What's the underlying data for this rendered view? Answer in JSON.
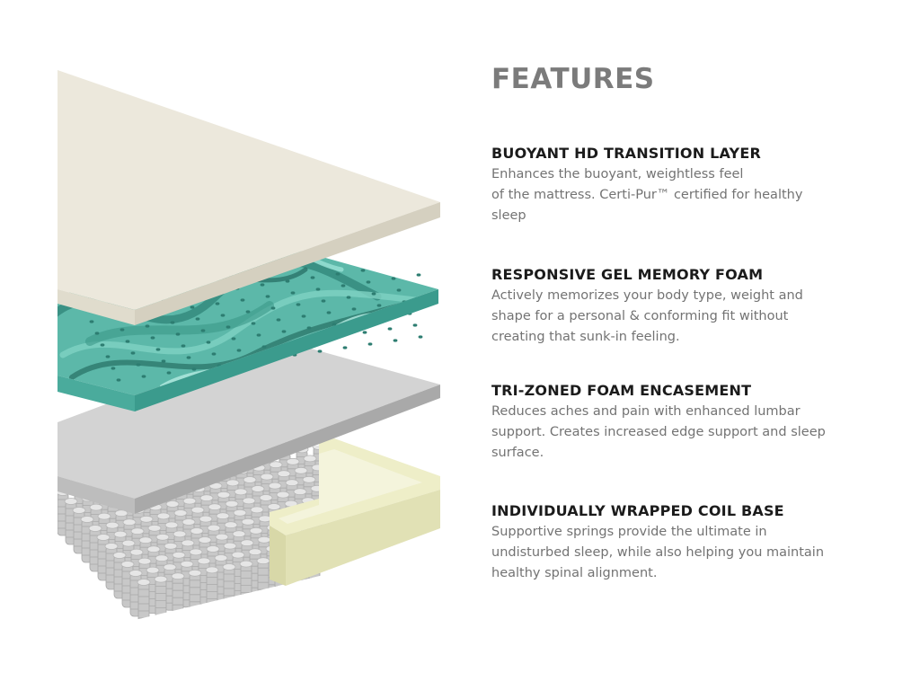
{
  "heading": "FEATURES",
  "features": [
    {
      "title": "BUOYANT HD TRANSITION LAYER",
      "description": "Enhances the buoyant, weightless feel\nof the mattress. Certi-Pur™ certified for healthy\nsleep"
    },
    {
      "title": "RESPONSIVE GEL MEMORY FOAM",
      "description": "Actively memorizes your body type, weight and\nshape for a personal & conforming fit without\ncreating that sunk-in feeling."
    },
    {
      "title": "TRI-ZONED FOAM ENCASEMENT",
      "description": "Reduces aches and pain with enhanced lumbar\nsupport. Creates increased edge support and sleep\nsurface."
    },
    {
      "title": "INDIVIDUALLY WRAPPED COIL BASE",
      "description": "Supportive springs provide the ultimate in\nundisturbed sleep, while also helping you maintain\nhealthy spinal alignment."
    }
  ],
  "colors": {
    "top_layer": "#ece8dc",
    "gel_layer": "#5bb8a8",
    "foam_layer": "#cfcfcf",
    "coil": "#d4d4d4",
    "encasement": "#e3e3b8"
  }
}
